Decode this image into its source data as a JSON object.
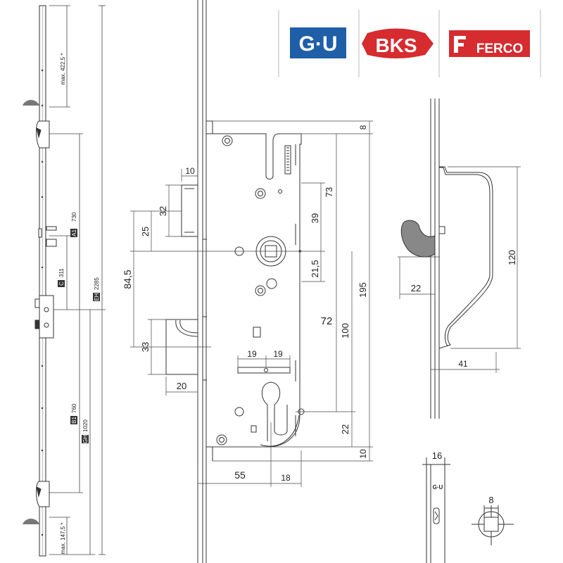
{
  "logos": {
    "gu": {
      "text": "G·U",
      "color": "#1f5fa8"
    },
    "bks": {
      "text": "BKS",
      "color": "#d62b2f"
    },
    "ferco": {
      "text": "FERCO",
      "color": "#d62b2f"
    }
  },
  "strip": {
    "max_top": "max. 422,5 *",
    "a1": "730",
    "a1_tag": "A1",
    "c": "311",
    "c_tag": "C",
    "b1": "760",
    "b1_tag": "B1",
    "gh": "1020",
    "gh_tag": "GH",
    "eh": "2285",
    "eh_tag": "EH",
    "max_bottom": "max. 147,5 *"
  },
  "lock": {
    "d10_top": "10",
    "d32": "32",
    "d25": "25",
    "d84_5": "84,5",
    "d33": "33",
    "d20": "20",
    "d8": "8",
    "d73": "73",
    "d39": "39",
    "d21_5": "21,5",
    "d72": "72",
    "d100": "100",
    "d195": "195",
    "d22": "22",
    "d10_bottom": "10",
    "d19a": "19",
    "d19b": "19",
    "d55": "55",
    "d18": "18"
  },
  "hook": {
    "d120": "120",
    "d22": "22",
    "d41": "41"
  },
  "faceplate": {
    "width": "16",
    "logo": "G·U"
  },
  "spindle": {
    "size": "8"
  }
}
